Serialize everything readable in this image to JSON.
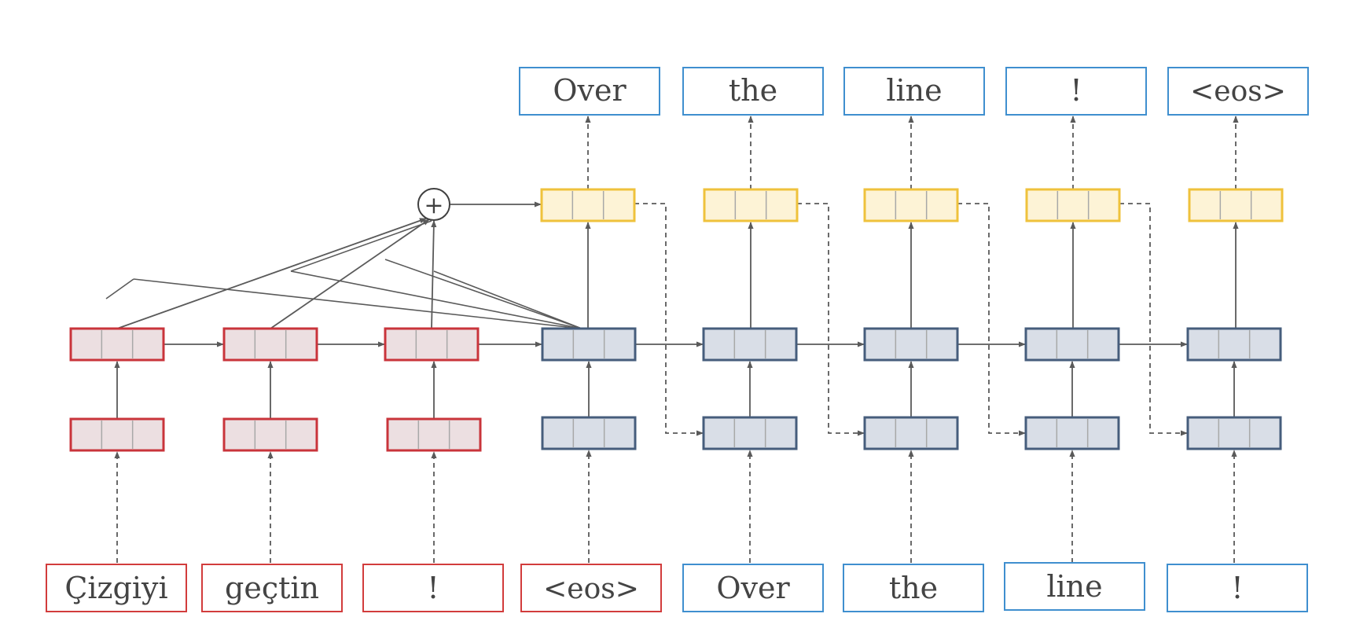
{
  "diagram": {
    "colors": {
      "encoder_stroke": "#c9343b",
      "encoder_fill": "#ecdfe1",
      "decoder_stroke": "#465d7c",
      "decoder_fill": "#d9dee7",
      "output_stroke": "#efc23c",
      "output_fill": "#fdf3d6",
      "box_red_border": "#d23c3c",
      "box_blue_border": "#3f8fcf",
      "arrow": "#5a5a5a"
    },
    "attention_symbol": "+",
    "source_tokens": [
      {
        "text": "Çizgiyi"
      },
      {
        "text": "geçtin"
      },
      {
        "text": "!"
      },
      {
        "text": "<eos>"
      }
    ],
    "target_input_tokens": [
      {
        "text": "Over"
      },
      {
        "text": "the"
      },
      {
        "text": "line"
      },
      {
        "text": "!"
      }
    ],
    "output_tokens": [
      {
        "text": "Over"
      },
      {
        "text": "the"
      },
      {
        "text": "line"
      },
      {
        "text": "!"
      },
      {
        "text": "<eos>"
      }
    ]
  }
}
